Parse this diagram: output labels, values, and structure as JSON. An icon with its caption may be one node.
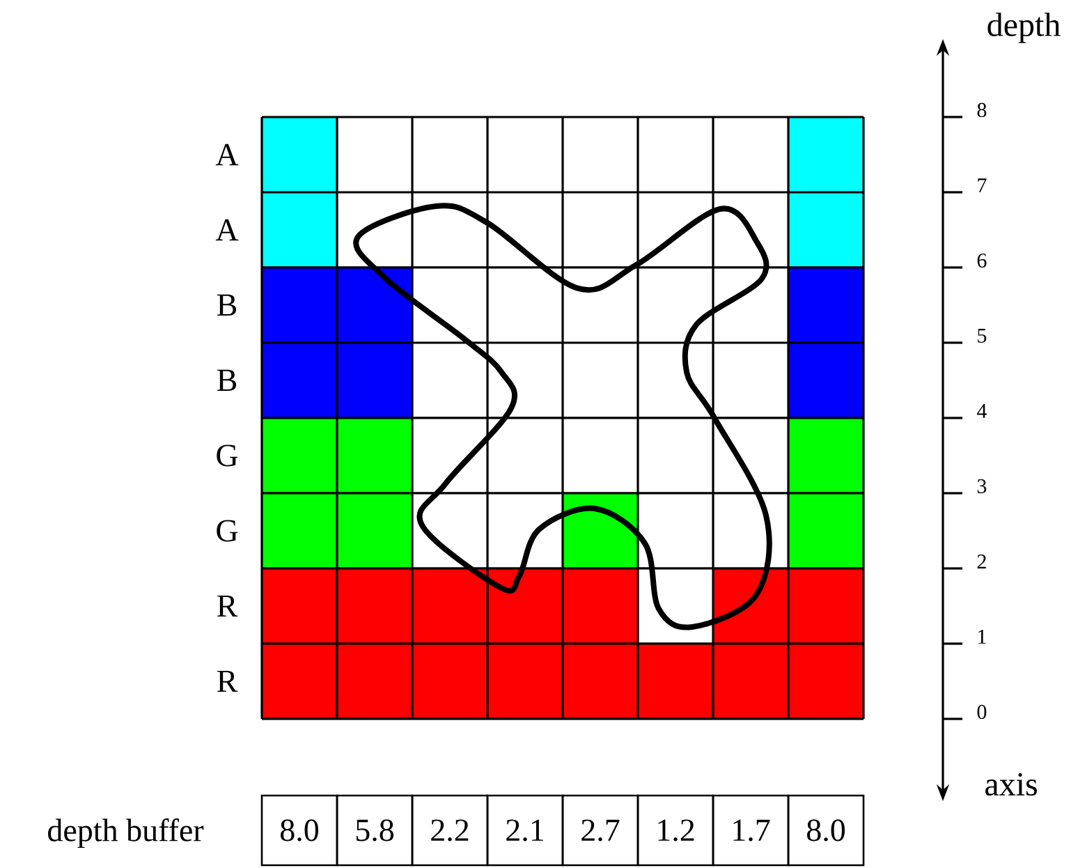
{
  "diagram": {
    "labels": [
      "depth",
      "8",
      "A",
      "7",
      "A",
      "6",
      "B",
      "5",
      "B",
      "4",
      "G",
      "3",
      "G",
      "2",
      "R",
      "1",
      "R",
      "0",
      "axis",
      "depth buffer",
      "8.0",
      "5.8",
      "2.2",
      "2.1",
      "2.7",
      "1.2",
      "1.7",
      "8.0"
    ]
  }
}
